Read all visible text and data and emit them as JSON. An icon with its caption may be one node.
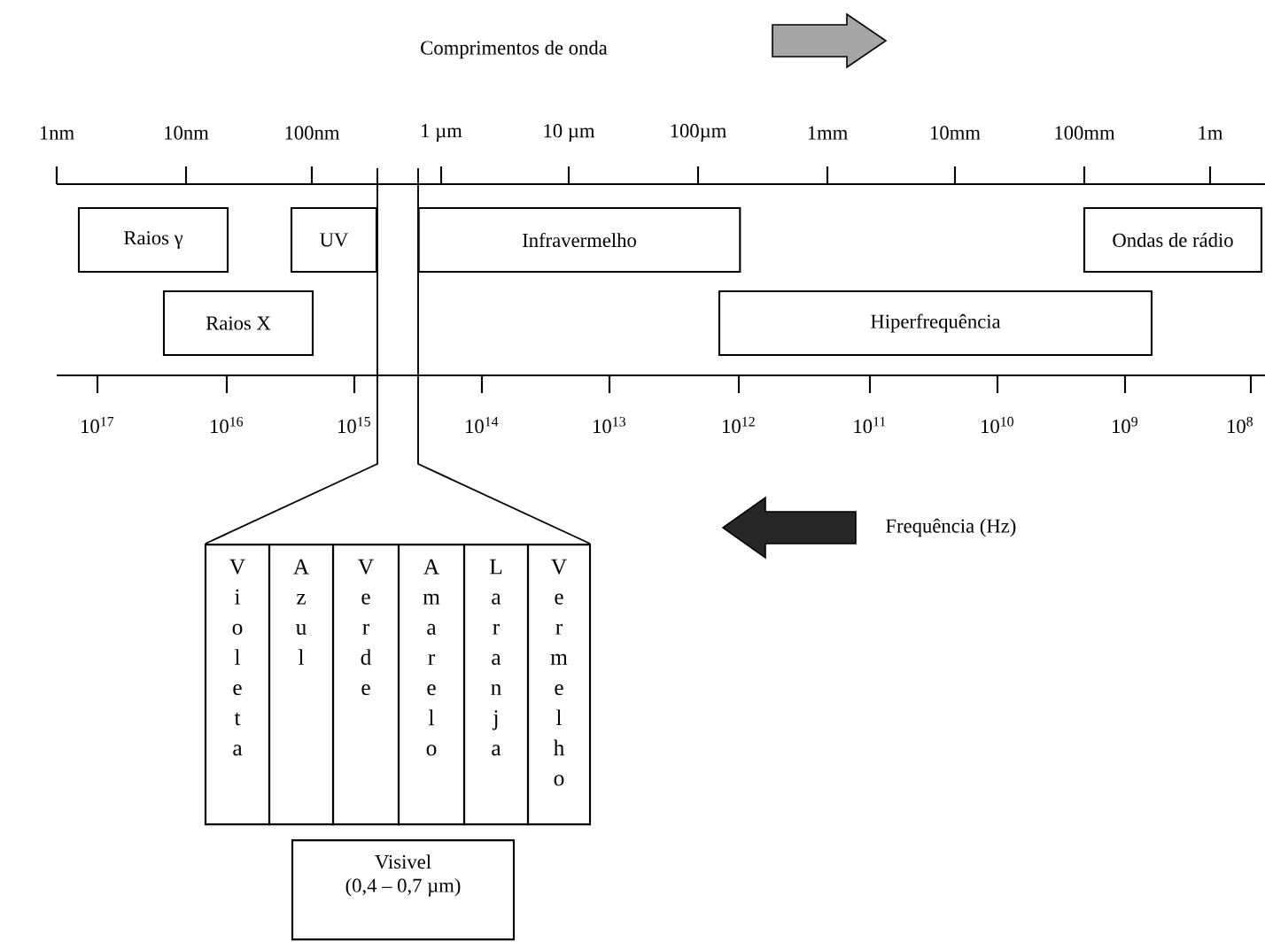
{
  "diagram": {
    "nodes": [
      {
        "text": [
          "Raios γ"
        ]
      },
      {
        "text": [
          "UV"
        ]
      },
      {
        "text": [
          "Infravermelho"
        ]
      },
      {
        "text": [
          "Ondas de rádio"
        ]
      },
      {
        "text": [
          "Raios X"
        ]
      },
      {
        "text": [
          "Hiperfrequência"
        ]
      },
      {
        "text": [
          "Violeta"
        ]
      },
      {
        "text": [
          "Azul"
        ]
      },
      {
        "text": [
          "Verde"
        ]
      },
      {
        "text": [
          "Amarelo"
        ]
      },
      {
        "text": [
          "Laranja"
        ]
      },
      {
        "text": [
          "Vermelho"
        ]
      },
      {
        "text": [
          "Visivel",
          "(0,4 – 0,7 µm)"
        ]
      }
    ],
    "labels": [
      "Comprimentos de onda",
      "1nm",
      "10nm",
      "100nm",
      "1 µm",
      "10 µm",
      "100µm",
      "1mm",
      "10mm",
      "100mm",
      "1m",
      "10$^{17}$",
      "10$^{16}$",
      "10$^{15}$",
      "10$^{14}$",
      "10$^{13}$",
      "10$^{12}$",
      "10$^{11}$",
      "10$^{10}$",
      "10$^{9}$",
      "10$^{8}$",
      "Frequência (Hz)"
    ]
  }
}
